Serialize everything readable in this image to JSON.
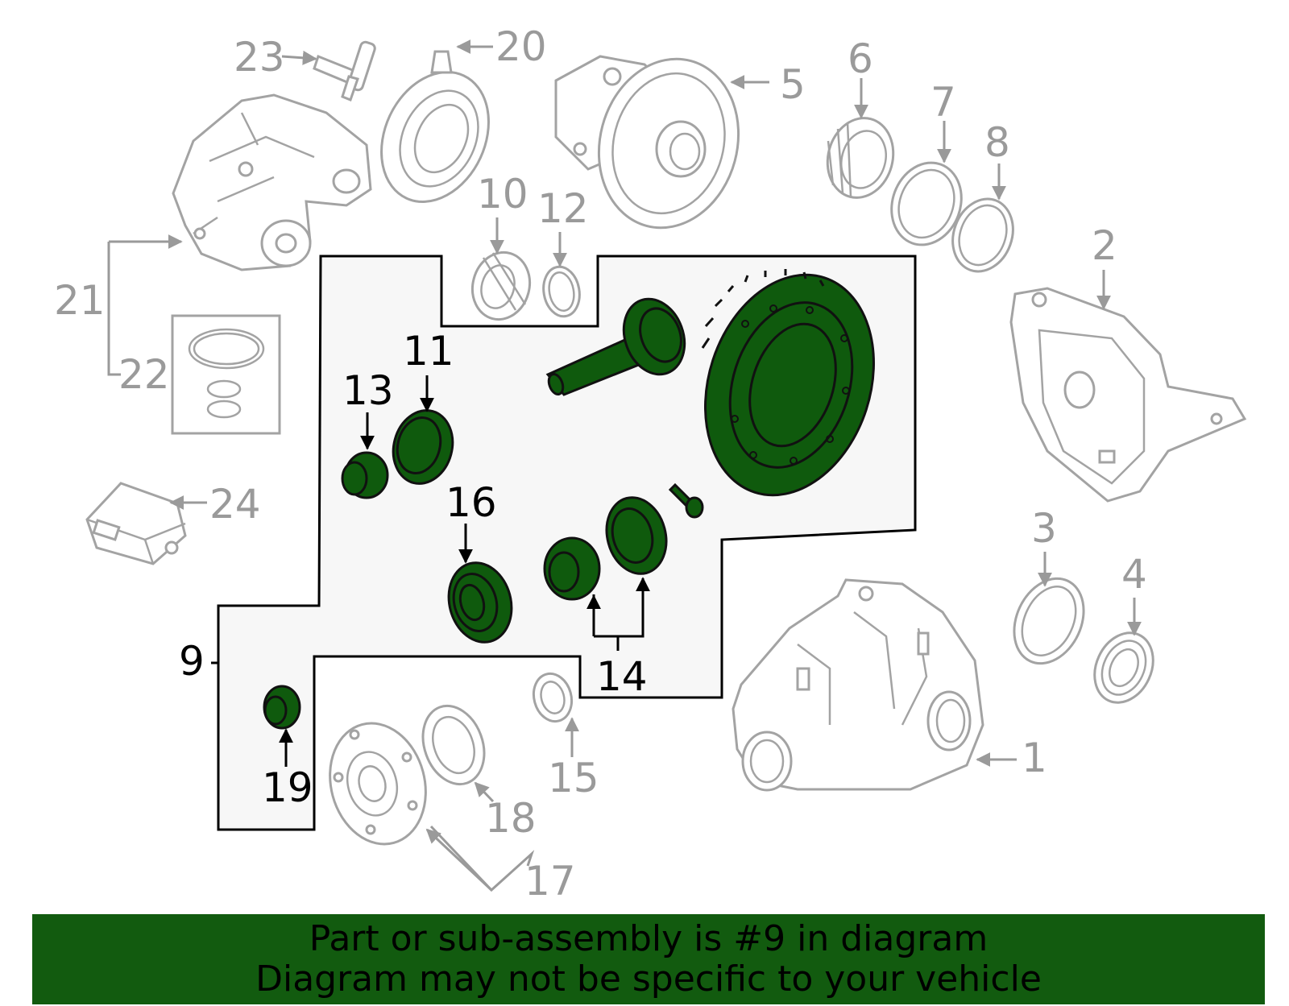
{
  "colors": {
    "highlight": "#0f5a0d",
    "footer_bg": "#125b0f",
    "gray_part": "#9a9a9a",
    "group_bg": "#f7f7f7"
  },
  "callouts": {
    "c1": "1",
    "c2": "2",
    "c3": "3",
    "c4": "4",
    "c5": "5",
    "c6": "6",
    "c7": "7",
    "c8": "8",
    "c9": "9",
    "c10": "10",
    "c11": "11",
    "c12": "12",
    "c13": "13",
    "c14": "14",
    "c15": "15",
    "c16": "16",
    "c17": "17",
    "c18": "18",
    "c19": "19",
    "c20": "20",
    "c21": "21",
    "c22": "22",
    "c23": "23",
    "c24": "24"
  },
  "footer": {
    "line1": "Part or sub-assembly is #9 in diagram",
    "line2": "Diagram may not be specific to your vehicle"
  }
}
